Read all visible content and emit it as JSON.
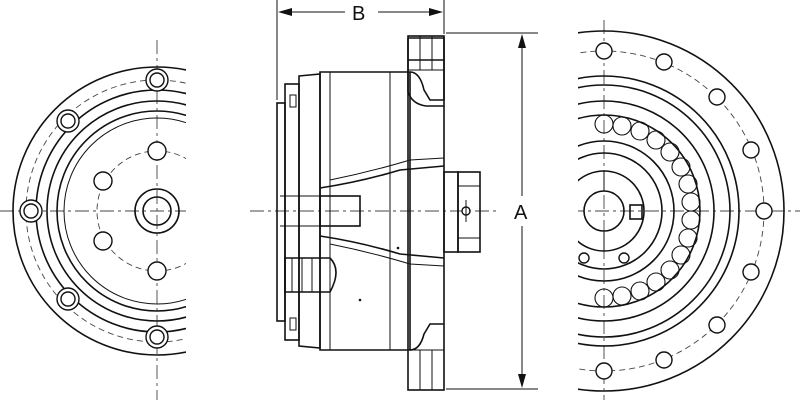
{
  "dimensions": {
    "width_label": "B",
    "diameter_label": "A"
  },
  "views": [
    "input-end-view",
    "side-section-view",
    "output-end-view"
  ]
}
